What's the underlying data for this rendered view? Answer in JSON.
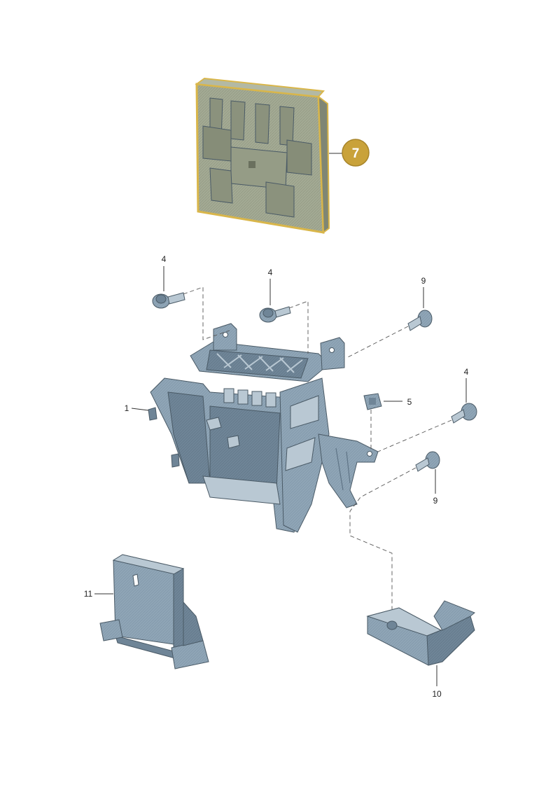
{
  "callouts": [
    {
      "id": "c7",
      "label": "7",
      "highlight": true
    },
    {
      "id": "c4a",
      "label": "4"
    },
    {
      "id": "c4b",
      "label": "4"
    },
    {
      "id": "c4c",
      "label": "4"
    },
    {
      "id": "c9a",
      "label": "9"
    },
    {
      "id": "c9b",
      "label": "9"
    },
    {
      "id": "c1",
      "label": "1"
    },
    {
      "id": "c5",
      "label": "5"
    },
    {
      "id": "c11",
      "label": "11"
    },
    {
      "id": "c10",
      "label": "10"
    }
  ],
  "colors": {
    "highlight_fill": "#c9a23a",
    "highlight_outline": "#d9b64a",
    "module_fill": "#9aa28e",
    "part_fill": "#8fa5b6",
    "part_dark": "#6f8597",
    "part_light": "#b9c8d3"
  }
}
